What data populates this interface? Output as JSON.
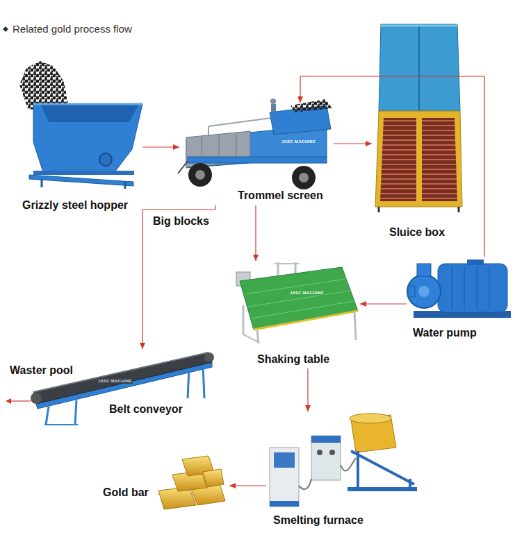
{
  "diagram": {
    "title": "Related gold process flow",
    "nodes": [
      {
        "text": [
          "Grizzly steel hopper"
        ]
      },
      {
        "text": [
          "Trommel screen"
        ]
      },
      {
        "text": [
          "Sluice box"
        ]
      },
      {
        "text": [
          "Water pump"
        ]
      },
      {
        "text": [
          "Shaking table"
        ]
      },
      {
        "text": [
          "Belt conveyor"
        ]
      },
      {
        "text": [
          "Smelting furnace"
        ]
      },
      {
        "text": [
          "Gold bar"
        ]
      }
    ],
    "edges": [
      {
        "from": 0,
        "to": 1,
        "arrow": "to"
      },
      {
        "from": 1,
        "to": 2,
        "arrow": "to"
      },
      {
        "from": 1,
        "to": 5,
        "label": "Big blocks",
        "arrow": "to"
      },
      {
        "from": 1,
        "to": 4,
        "arrow": "to"
      },
      {
        "from": 3,
        "to": 1,
        "arrow": "to"
      },
      {
        "from": 3,
        "to": 4,
        "arrow": "to"
      },
      {
        "from": 4,
        "to": 6,
        "arrow": "to"
      },
      {
        "from": 6,
        "to": 7,
        "arrow": "to"
      }
    ],
    "labels": [
      "Waster pool",
      "JXSC MACHINE",
      "JXSC MACHINE",
      "JXSC MACHINE"
    ]
  }
}
